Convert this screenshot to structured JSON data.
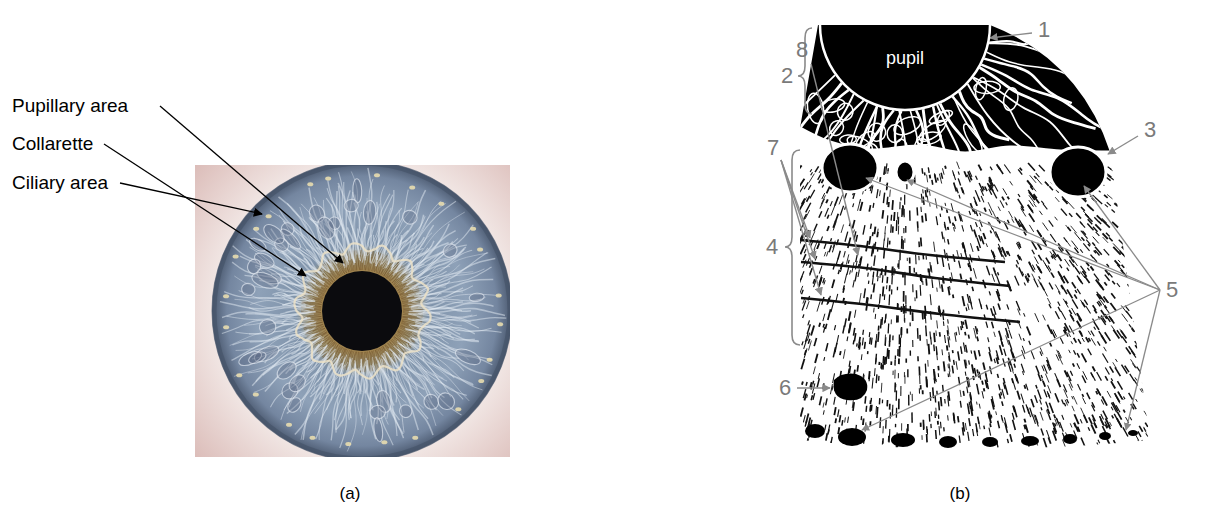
{
  "diagram": {
    "nodes": [
      {
        "text": [
          "pupil"
        ]
      }
    ],
    "labels": [
      "Pupillary area",
      "Collarette",
      "Ciliary area",
      "(a)",
      "8",
      "2",
      "1",
      "7",
      "3",
      "4",
      "5",
      "6",
      "(b)"
    ]
  }
}
